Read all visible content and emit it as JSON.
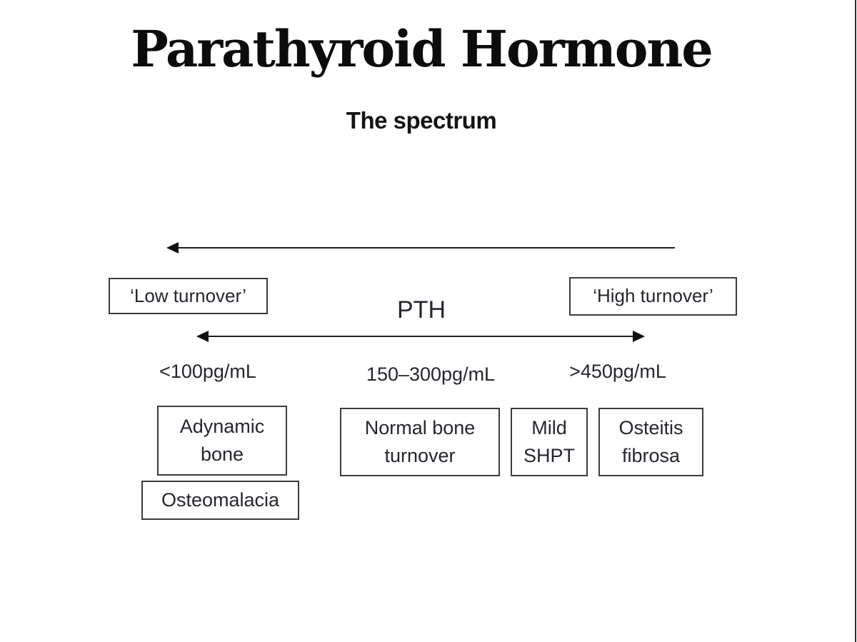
{
  "slide": {
    "title": "Parathyroid Hormone",
    "subtitle": "The spectrum"
  },
  "diagram": {
    "pth_label": "PTH",
    "spectrum": {
      "left_label": "‘Low turnover’",
      "right_label": "‘High turnover’",
      "low_value": "<100pg/mL",
      "mid_value": "150–300pg/mL",
      "high_value": ">450pg/mL"
    },
    "conditions": {
      "adynamic": "Adynamic bone",
      "normal": "Normal bone turnover",
      "mild_shpt": "Mild SHPT",
      "osteitis": "Osteitis fibrosa",
      "osteomalacia": "Osteomalacia"
    },
    "colors": {
      "text": "#26262e",
      "box_border": "#3c3c3c",
      "arrow": "#1e1e1e",
      "title": "#0c0c0c",
      "background": "#ffffff"
    }
  }
}
